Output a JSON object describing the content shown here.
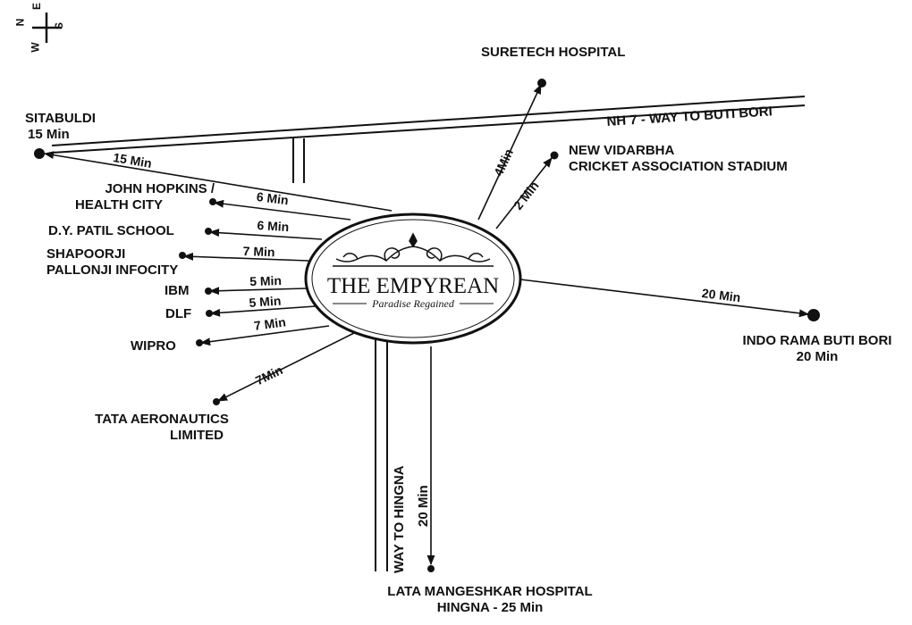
{
  "compass": {
    "n": "N",
    "e": "E",
    "s": "S",
    "w": "W"
  },
  "center": {
    "title": "THE EMPYREAN",
    "tagline": "Paradise Regained"
  },
  "roads": {
    "nh7": "NH 7 - WAY TO BUTI BORI",
    "hingna": "WAY TO HINGNA"
  },
  "destinations": {
    "sitabuldi": {
      "name": "SITABULDI",
      "sub": "15 Min",
      "time": "15 Min"
    },
    "suretech": {
      "name": "SURETECH HOSPITAL",
      "time": "4Min"
    },
    "vidarbha": {
      "line1": "NEW VIDARBHA",
      "line2": "CRICKET ASSOCIATION STADIUM",
      "time": "2 Min"
    },
    "johnhopkins": {
      "line1": "JOHN HOPKINS /",
      "line2": "HEALTH CITY",
      "time": "6 Min"
    },
    "dypatil": {
      "name": "D.Y. PATIL SCHOOL",
      "time": "6 Min"
    },
    "shapoorji": {
      "line1": "SHAPOORJI",
      "line2": "PALLONJI INFOCITY",
      "time": "7 Min"
    },
    "ibm": {
      "name": "IBM",
      "time": "5 Min"
    },
    "dlf": {
      "name": "DLF",
      "time": "5 Min"
    },
    "wipro": {
      "name": "WIPRO",
      "time": "7 Min"
    },
    "tata": {
      "line1": "TATA AERONAUTICS",
      "line2": "LIMITED",
      "time": "7Min"
    },
    "indorama": {
      "name": "INDO RAMA BUTI BORI",
      "sub": "20 Min",
      "time": "20 Min"
    },
    "lata": {
      "line1": "LATA MANGESHKAR HOSPITAL",
      "line2": "HINGNA - 25 Min",
      "time": "20 Min"
    }
  },
  "colors": {
    "ink": "#111111",
    "background": "#ffffff"
  }
}
